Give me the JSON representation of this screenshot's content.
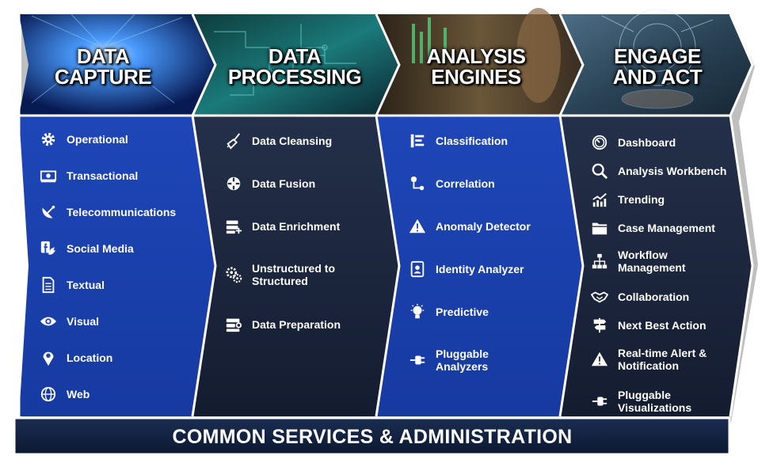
{
  "columns": [
    {
      "title_line1": "DATA",
      "title_line2": "CAPTURE",
      "items": [
        {
          "label": "Operational",
          "icon": "gear-icon"
        },
        {
          "label": "Transactional",
          "icon": "money-icon"
        },
        {
          "label": "Telecommunications",
          "icon": "satellite-dish-icon"
        },
        {
          "label": "Social Media",
          "icon": "social-media-icon"
        },
        {
          "label": "Textual",
          "icon": "document-icon"
        },
        {
          "label": "Visual",
          "icon": "eye-icon"
        },
        {
          "label": "Location",
          "icon": "map-pin-icon"
        },
        {
          "label": "Web",
          "icon": "globe-icon"
        }
      ]
    },
    {
      "title_line1": "DATA",
      "title_line2": "PROCESSING",
      "items": [
        {
          "label": "Data Cleansing",
          "icon": "broom-icon"
        },
        {
          "label": "Data Fusion",
          "icon": "fusion-icon"
        },
        {
          "label": "Data Enrichment",
          "icon": "database-plus-icon"
        },
        {
          "label": "Unstructured to\nStructured",
          "icon": "gears-icon"
        },
        {
          "label": "Data Preparation",
          "icon": "database-settings-icon"
        }
      ]
    },
    {
      "title_line1": "ANALYSIS",
      "title_line2": "ENGINES",
      "items": [
        {
          "label": "Classification",
          "icon": "list-icon"
        },
        {
          "label": "Correlation",
          "icon": "nodes-icon"
        },
        {
          "label": "Anomaly Detector",
          "icon": "warning-icon"
        },
        {
          "label": "Identity Analyzer",
          "icon": "id-badge-icon"
        },
        {
          "label": "Predictive",
          "icon": "lightbulb-icon"
        },
        {
          "label": "Pluggable\nAnalyzers",
          "icon": "plug-icon"
        }
      ]
    },
    {
      "title_line1": "ENGAGE",
      "title_line2": "AND ACT",
      "items": [
        {
          "label": "Dashboard",
          "icon": "gauge-icon"
        },
        {
          "label": "Analysis Workbench",
          "icon": "magnifier-icon"
        },
        {
          "label": "Trending",
          "icon": "trend-chart-icon"
        },
        {
          "label": "Case Management",
          "icon": "folder-icon"
        },
        {
          "label": "Workflow\nManagement",
          "icon": "org-chart-icon"
        },
        {
          "label": "Collaboration",
          "icon": "handshake-icon"
        },
        {
          "label": "Next Best Action",
          "icon": "signpost-icon"
        },
        {
          "label": "Real-time Alert &\nNotification",
          "icon": "alert-icon"
        },
        {
          "label": "Pluggable\nVisualizations",
          "icon": "plug-icon"
        }
      ]
    }
  ],
  "footer": {
    "label": "COMMON SERVICES & ADMINISTRATION"
  },
  "colors": {
    "blue": "#1b3fae",
    "dark": "#1a2540",
    "banner": "#13233f",
    "header_sky": "#0a3a8a"
  }
}
